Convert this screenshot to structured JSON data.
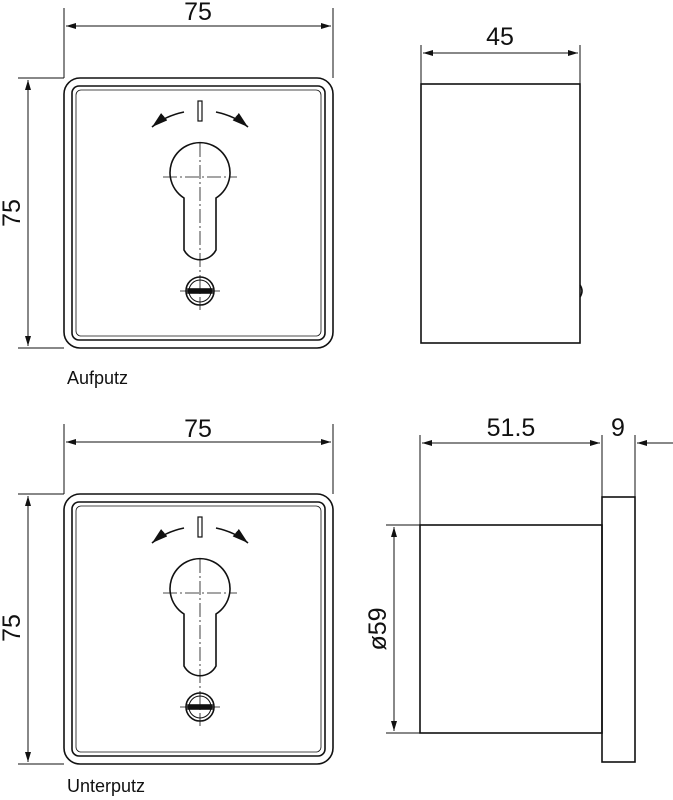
{
  "views": [
    {
      "label": "Aufputz",
      "front": {
        "width_dim": "75",
        "height_dim": "75"
      },
      "side": {
        "depth_dim": "45"
      }
    },
    {
      "label": "Unterputz",
      "front": {
        "width_dim": "75",
        "height_dim": "75"
      },
      "side": {
        "body_dim": "51.5",
        "flange_dim": "9",
        "diameter_dim": "ø59"
      }
    }
  ],
  "colors": {
    "line": "#111111",
    "background": "#ffffff"
  }
}
